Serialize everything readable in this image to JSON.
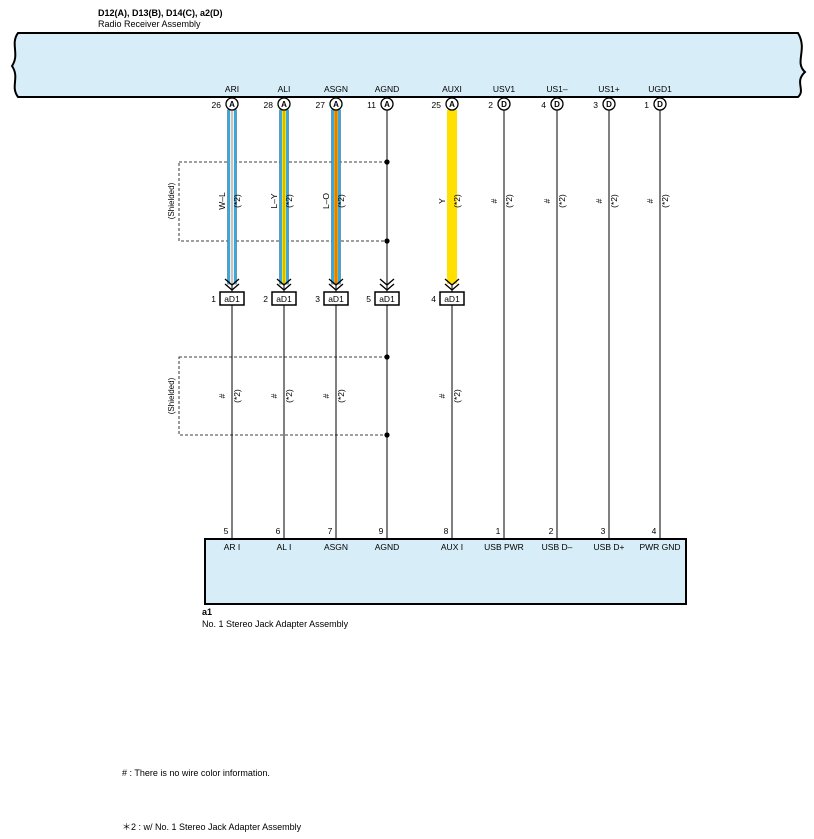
{
  "header": {
    "connectors": "D12(A), D13(B), D14(C), a2(D)",
    "assembly": "Radio Receiver Assembly"
  },
  "pins": [
    {
      "signal": "ARI",
      "pin": "26",
      "conn": "A",
      "wire": "W–L",
      "wire_colors": [
        "#3aa8d8",
        "#f0f0f0"
      ],
      "shielded": true,
      "joint_pin": "1",
      "joint": "aD1",
      "lower_wire": "#",
      "adapter_pin": "5",
      "adapter_label": "AR I"
    },
    {
      "signal": "ALI",
      "pin": "28",
      "conn": "A",
      "wire": "L–Y",
      "wire_colors": [
        "#3aa8d8",
        "#ffe000"
      ],
      "shielded": true,
      "joint_pin": "2",
      "joint": "aD1",
      "lower_wire": "#",
      "adapter_pin": "6",
      "adapter_label": "AL I"
    },
    {
      "signal": "ASGN",
      "pin": "27",
      "conn": "A",
      "wire": "L–O",
      "wire_colors": [
        "#3aa8d8",
        "#ff9a00"
      ],
      "shielded": true,
      "joint_pin": "3",
      "joint": "aD1",
      "lower_wire": "#",
      "adapter_pin": "7",
      "adapter_label": "ASGN"
    },
    {
      "signal": "AGND",
      "pin": "11",
      "conn": "A",
      "wire": "",
      "wire_colors": [],
      "shielded": false,
      "shield_drain": true,
      "joint_pin": "5",
      "joint": "aD1",
      "lower_wire": "",
      "adapter_pin": "9",
      "adapter_label": "AGND"
    },
    {
      "signal": "AUXI",
      "pin": "25",
      "conn": "A",
      "wire": "Y",
      "wire_colors": [
        "#ffe000"
      ],
      "shielded": false,
      "joint_pin": "4",
      "joint": "aD1",
      "lower_wire": "#",
      "adapter_pin": "8",
      "adapter_label": "AUX I"
    },
    {
      "signal": "USV1",
      "pin": "2",
      "conn": "D",
      "wire": "#",
      "wire_colors": [],
      "shielded": false,
      "joint_pin": "",
      "joint": "",
      "lower_wire": "",
      "adapter_pin": "1",
      "adapter_label": "USB PWR"
    },
    {
      "signal": "US1–",
      "pin": "4",
      "conn": "D",
      "wire": "#",
      "wire_colors": [],
      "shielded": false,
      "joint_pin": "",
      "joint": "",
      "lower_wire": "",
      "adapter_pin": "2",
      "adapter_label": "USB D–"
    },
    {
      "signal": "US1+",
      "pin": "3",
      "conn": "D",
      "wire": "#",
      "wire_colors": [],
      "shielded": false,
      "joint_pin": "",
      "joint": "",
      "lower_wire": "",
      "adapter_pin": "3",
      "adapter_label": "USB D+"
    },
    {
      "signal": "UGD1",
      "pin": "1",
      "conn": "D",
      "wire": "#",
      "wire_colors": [],
      "shielded": false,
      "joint_pin": "",
      "joint": "",
      "lower_wire": "",
      "adapter_pin": "4",
      "adapter_label": "PWR GND"
    }
  ],
  "option_note_mark": "(*2)",
  "shield_label": "(Shielded)",
  "adapter": {
    "code": "a1",
    "name": "No.  1 Stereo Jack Adapter Assembly"
  },
  "notes": {
    "hash": "# : There is no wire color information.",
    "star2": "＊2 : w/ No.  1 Stereo Jack Adapter Assembly"
  },
  "colors": {
    "component_fill": "#d7eef8",
    "wire_blue": "#3aa8d8",
    "wire_yellow": "#ffe000",
    "wire_orange": "#ff9a00"
  }
}
